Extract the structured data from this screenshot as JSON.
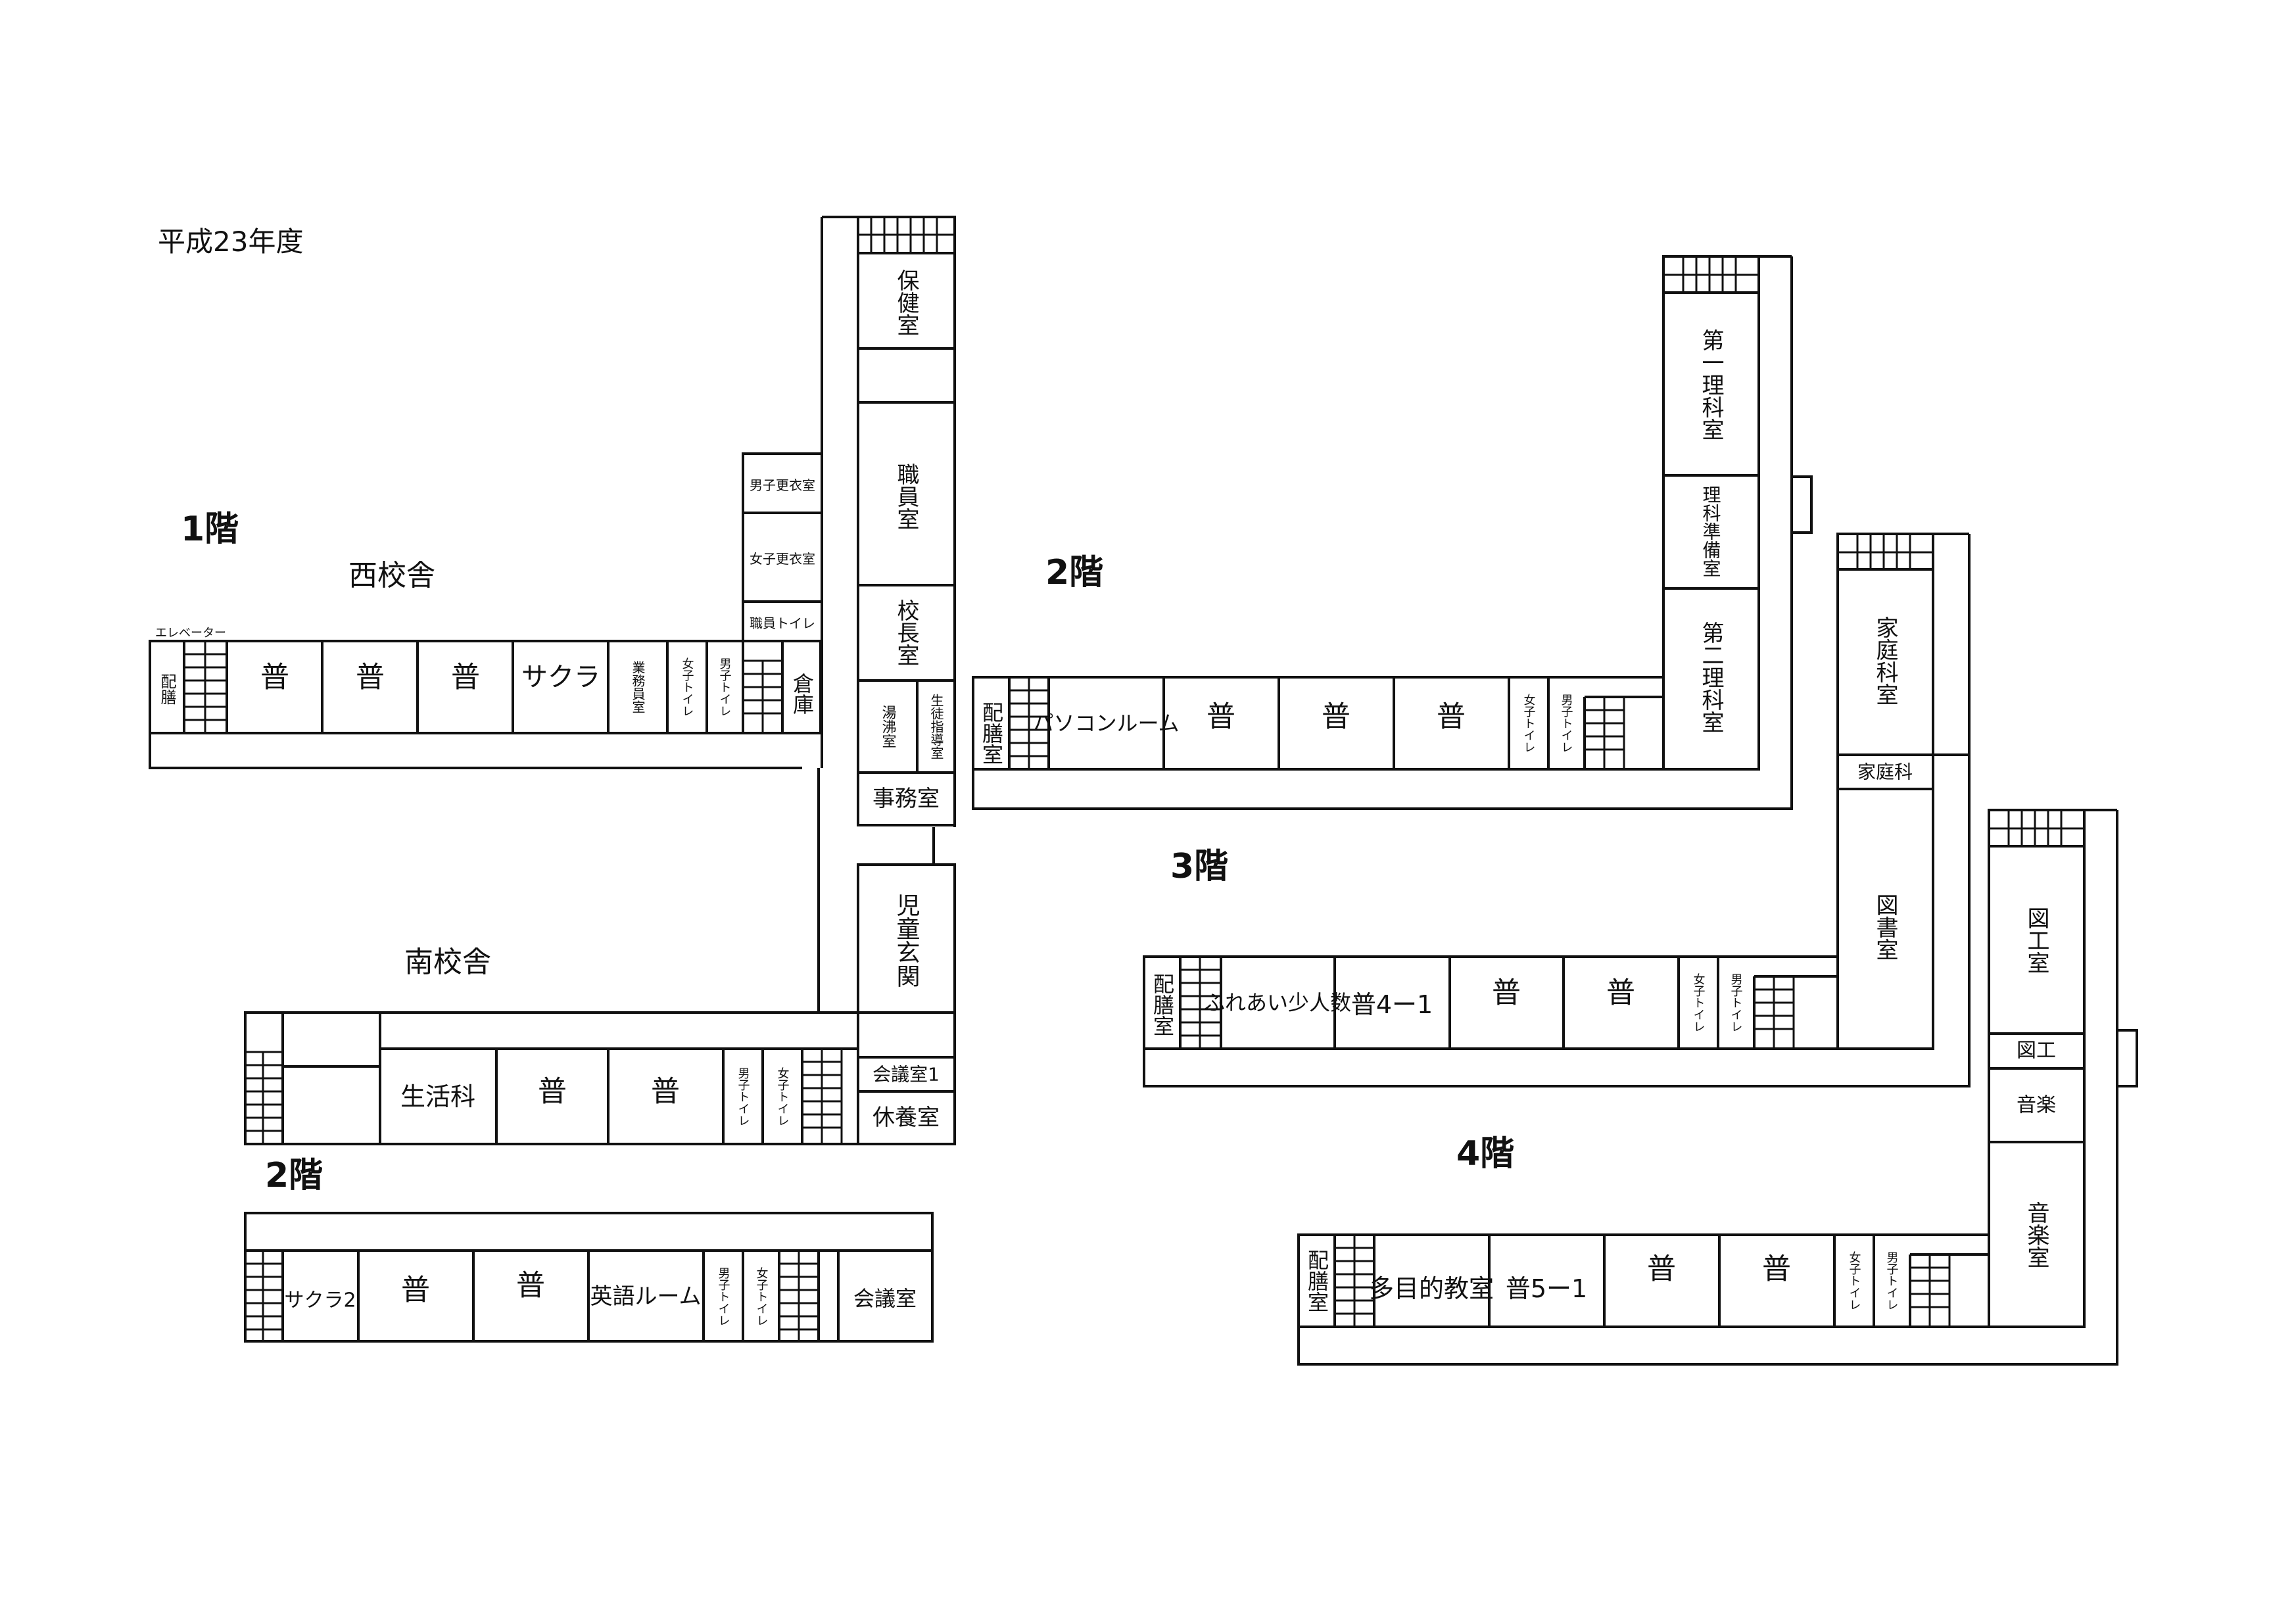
{
  "title": "平成23年度",
  "buildings": {
    "west": "西校舎",
    "south": "南校舎"
  },
  "floors": {
    "f1": "1階",
    "f2a": "2階",
    "f2b": "2階",
    "f3": "3階",
    "f4": "4階"
  },
  "rooms": {
    "elevator": "エレベーター",
    "haizen": "配膳",
    "fu": "普",
    "sakura": "サクラ",
    "gyomuin": "業務員室",
    "joshi_toilet": "女子トイレ",
    "danshi_toilet": "男子トイレ",
    "danshi_kouishitsu": "男子更衣室",
    "joshi_kouishitsu": "女子更衣室",
    "shokuin_toilet": "職員トイレ",
    "souko": "倉庫",
    "hoken": "保健室",
    "shokuin": "職員室",
    "kocho": "校長室",
    "yuwakashi": "湯沸室",
    "seito_shido": "生徒指導室",
    "jimu": "事務室",
    "jido_genkan": "児童玄関",
    "kaigi1": "会議室1",
    "kyuyo": "休養室",
    "seikatsu": "生活科",
    "sakura2": "サクラ2",
    "eigo_room": "英語ルーム",
    "kaigi": "会議室",
    "haizenshitsu": "配膳室",
    "pasokon": "パソコンルーム",
    "dai1_rika": "第一理科室",
    "rika_junbi": "理科準備室",
    "dai2_rika": "第二理科室",
    "katei": "家庭科室",
    "katei_small": "家庭科",
    "tosho": "図書室",
    "fureai": "ふれあい少人数",
    "fu_4_1": "普4ー1",
    "zuko": "図工室",
    "zuko_small": "図工",
    "ongaku_small": "音楽",
    "ongaku": "音楽室",
    "tamokuteki": "多目的教室",
    "fu_5_1": "普5ー1"
  }
}
